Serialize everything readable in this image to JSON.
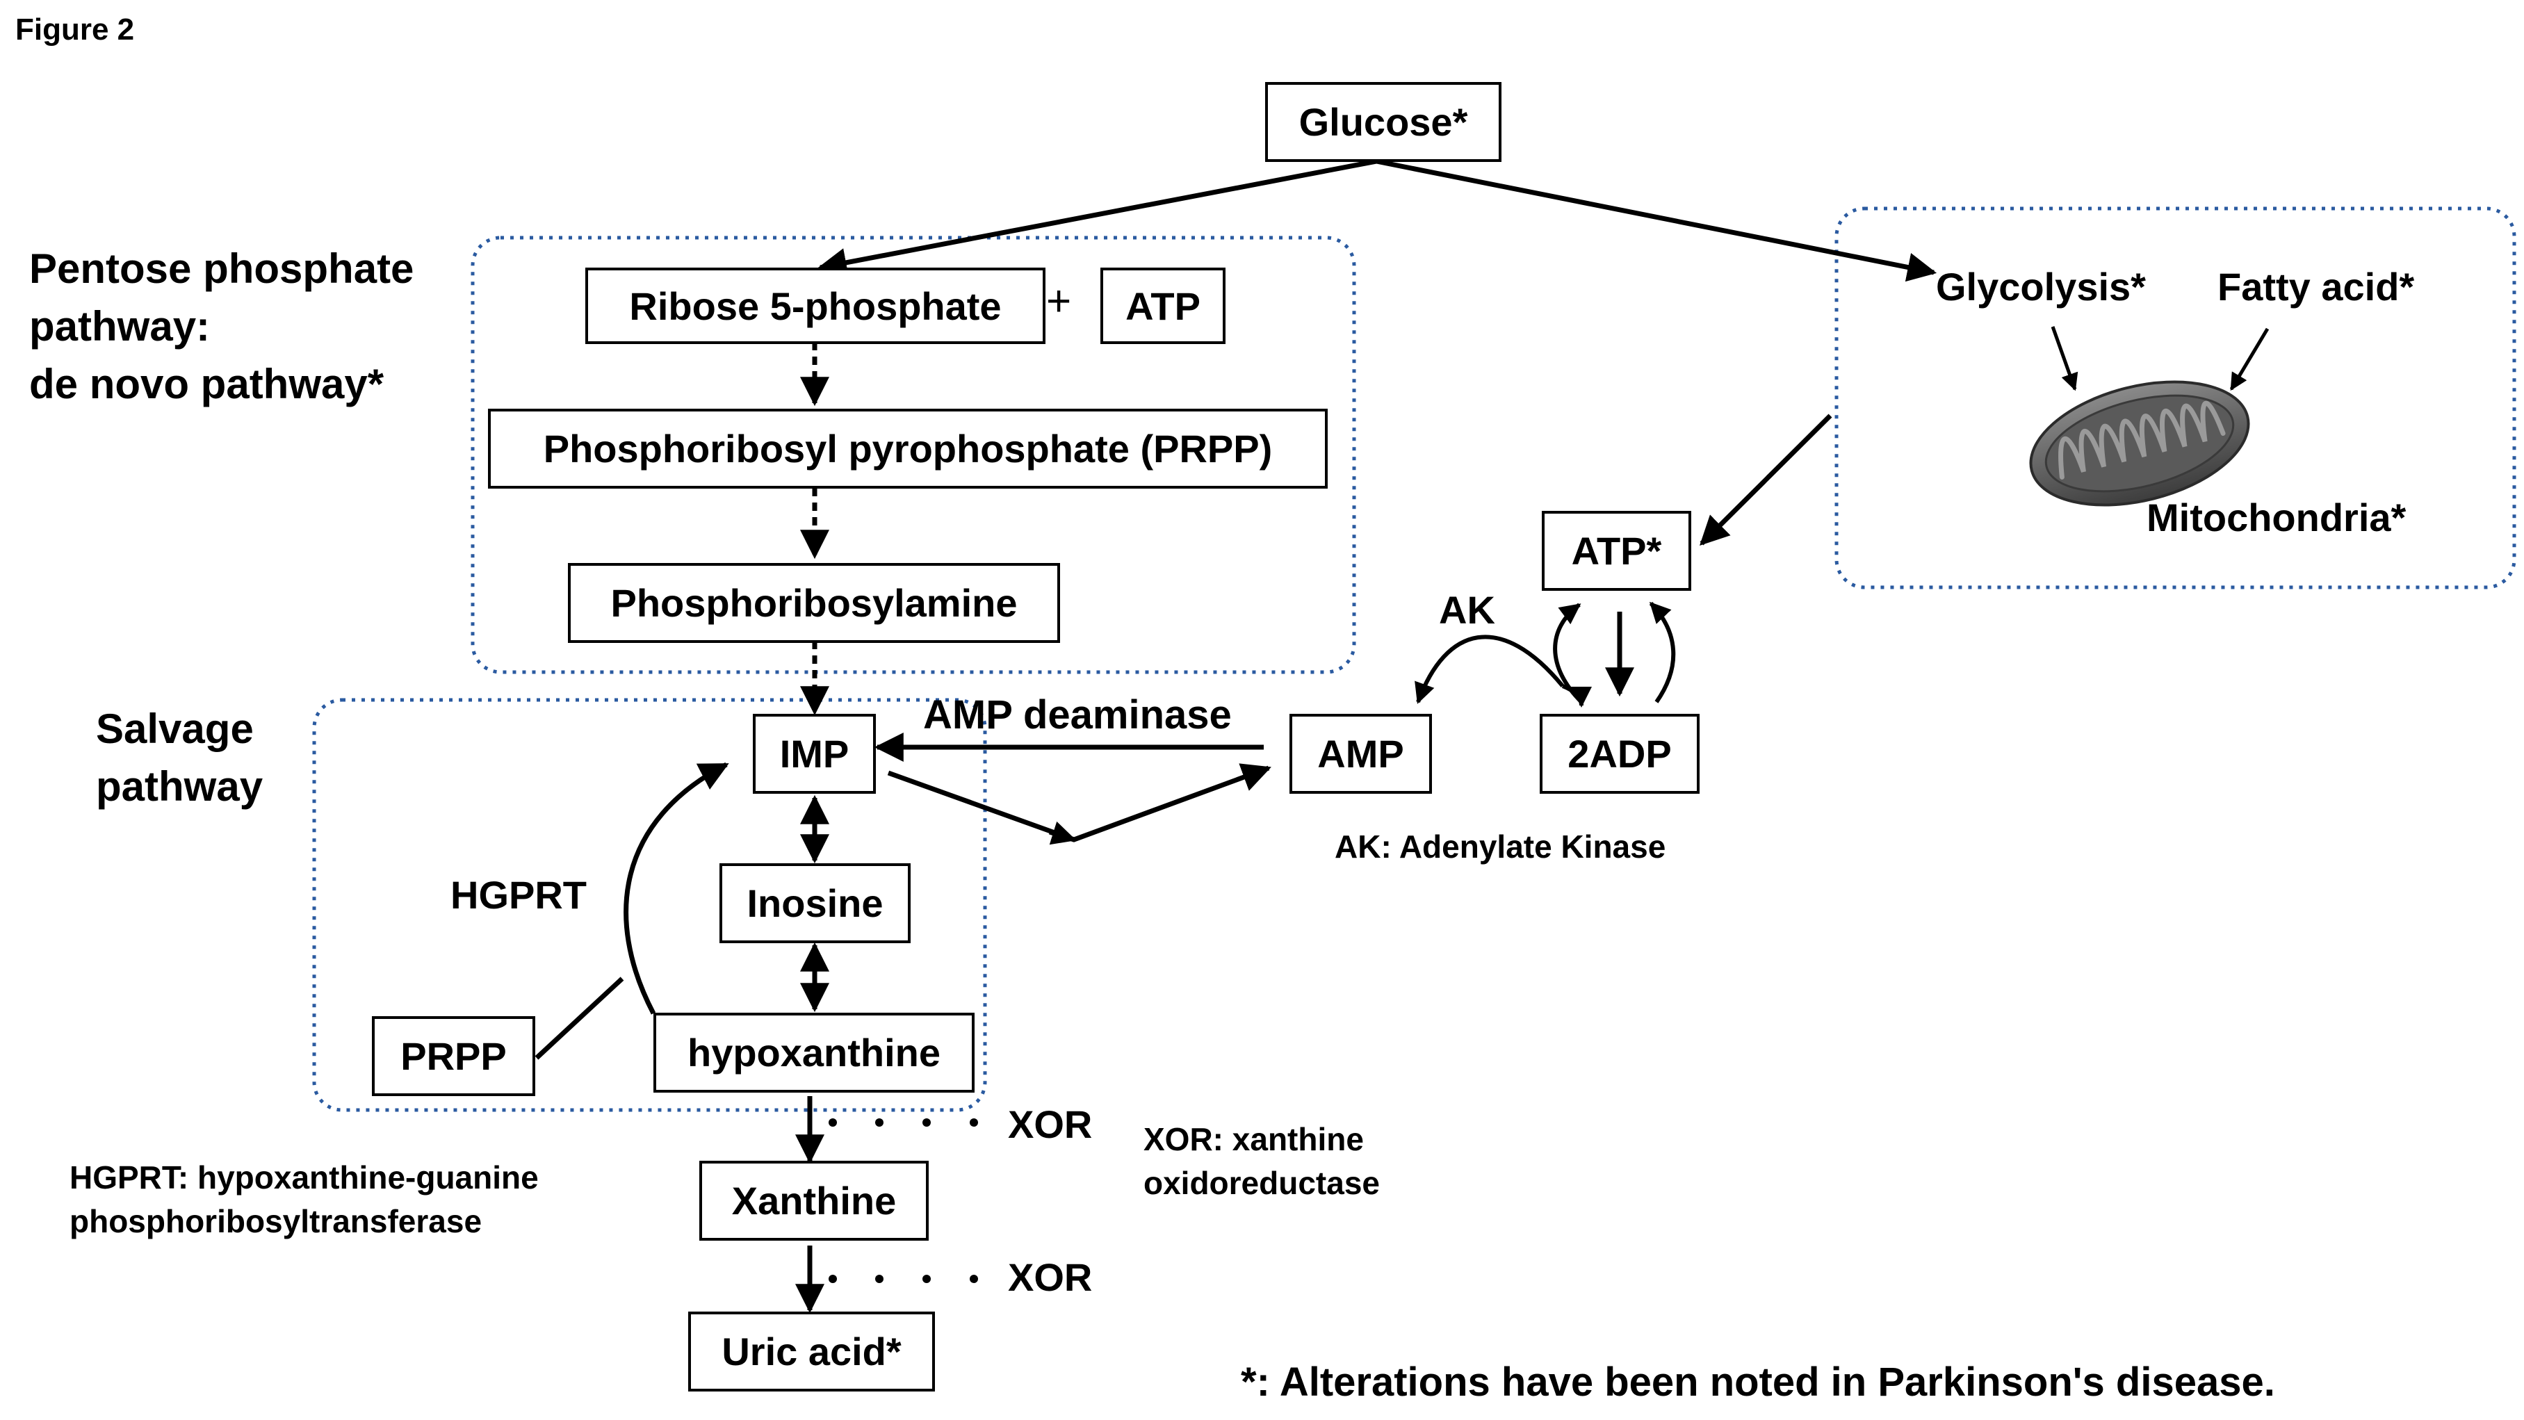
{
  "figure_label": "Figure 2",
  "nodes": {
    "glucose": "Glucose*",
    "ribose": "Ribose 5-phosphate",
    "atp_top": "ATP",
    "prpp_full": "Phosphoribosyl pyrophosphate (PRPP)",
    "pra": "Phosphoribosylamine",
    "imp": "IMP",
    "inosine": "Inosine",
    "hypoxanthine": "hypoxanthine",
    "prpp": "PRPP",
    "xanthine": "Xanthine",
    "uric": "Uric acid*",
    "amp": "AMP",
    "adp": "2ADP",
    "atp_star": "ATP*"
  },
  "plus": "+",
  "regions": {
    "pentose": [
      "Pentose phosphate",
      "pathway:",
      "de novo pathway*"
    ],
    "salvage": [
      "Salvage",
      "pathway"
    ]
  },
  "labels": {
    "glycolysis": "Glycolysis*",
    "fatty_acid": "Fatty acid*",
    "mitochondria": "Mitochondria*",
    "ak": "AK",
    "amp_deaminase": "AMP deaminase",
    "hgprt": "HGPRT",
    "xor1": "XOR",
    "xor2": "XOR"
  },
  "notes": {
    "ak_def": "AK: Adenylate Kinase",
    "xor_def": [
      "XOR: xanthine",
      "oxidoreductase"
    ],
    "hgprt_def": [
      "HGPRT: hypoxanthine-guanine",
      "phosphoribosyltransferase"
    ],
    "footnote": "*: Alterations have been noted in Parkinson's disease."
  },
  "colors": {
    "line": "#000000",
    "region_border": "#2a5aa0",
    "mito_fill": "#6b6b6b"
  }
}
